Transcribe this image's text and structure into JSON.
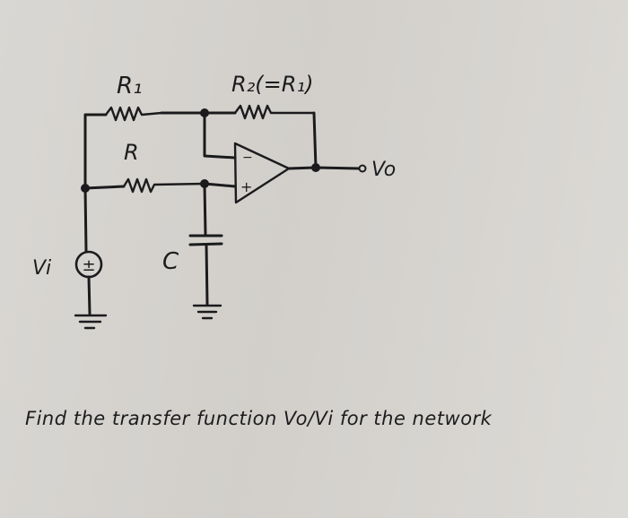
{
  "labels": {
    "r1": "R₁",
    "r2": "R₂(=R₁)",
    "r": "R",
    "c": "C",
    "vo": "Vo",
    "vi": "Vi",
    "opamp_minus": "−",
    "opamp_plus": "+",
    "source_sign": "±"
  },
  "question": "Find the transfer function Vo/Vi for the network"
}
